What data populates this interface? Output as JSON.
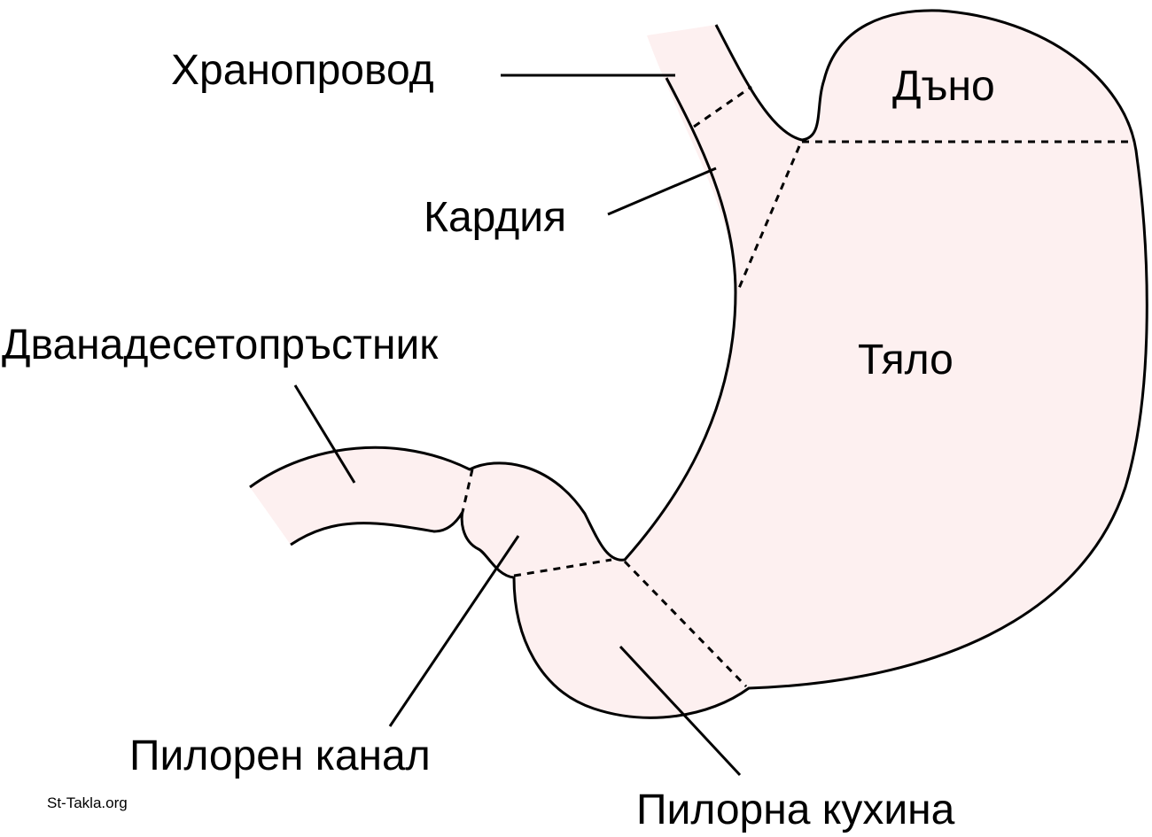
{
  "colors": {
    "fill": "#fdf0f0",
    "stroke": "#000000"
  },
  "labels": {
    "esophagus": "Хранопровод",
    "fundus": "Дъно",
    "cardia": "Кардия",
    "body": "Тяло",
    "duodenum": "Дванадесетопръстник",
    "pyloric_canal": "Пилорен канал",
    "pyloric_antrum": "Пилорна кухина"
  },
  "watermark": "St-Takla.org"
}
